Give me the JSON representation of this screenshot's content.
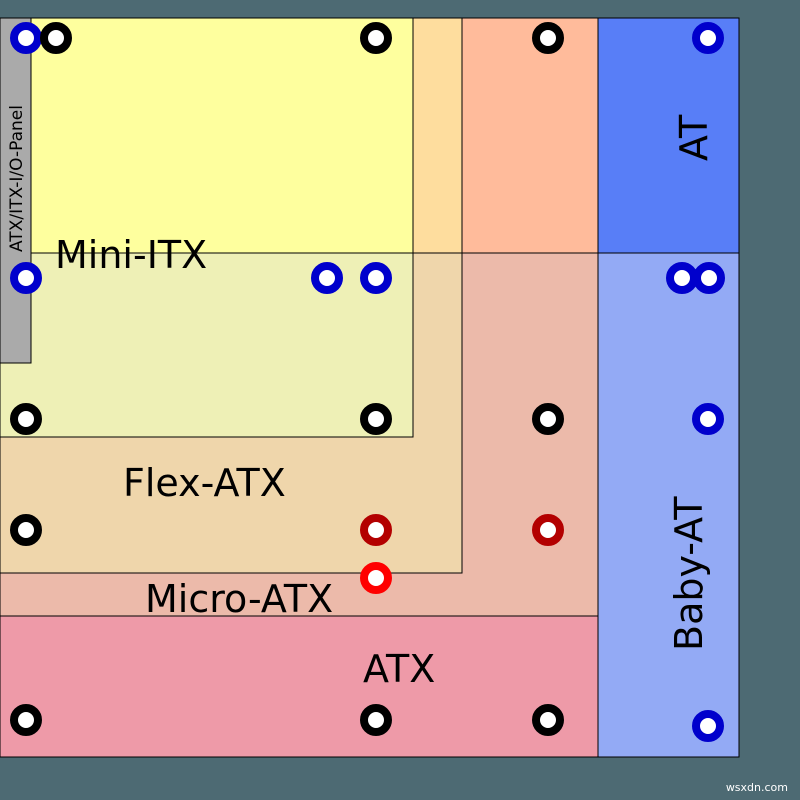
{
  "regions": {
    "atx": {
      "label": "ATX",
      "color": "#ee9aa8"
    },
    "micro_atx": {
      "label": "Micro-ATX",
      "color": "#ecbaaa"
    },
    "flex_atx": {
      "label": "Flex-ATX",
      "color": "#efd6ab"
    },
    "mini_itx": {
      "label": "Mini-ITX",
      "color": "#eef0b6"
    },
    "at": {
      "label": "AT",
      "color": "#587ef7"
    },
    "baby_at": {
      "label": "Baby-AT",
      "color": "#93aaf5"
    },
    "io_panel": {
      "label": "ATX/ITX-I/O-Panel",
      "color": "#aaaaaa"
    },
    "upper_tint_yellow": {
      "color": "#feff9e"
    },
    "upper_tint_peach": {
      "color": "#fedd9e"
    },
    "upper_tint_salmon": {
      "color": "#ffbb9b"
    }
  },
  "hole_colors": {
    "atx": "#000000",
    "mini_itx": "#0000cc",
    "micro_atx": "#b30000",
    "flex_atx": "#ff0000",
    "at": "#0000cc"
  },
  "watermark": "wsxdn.com"
}
